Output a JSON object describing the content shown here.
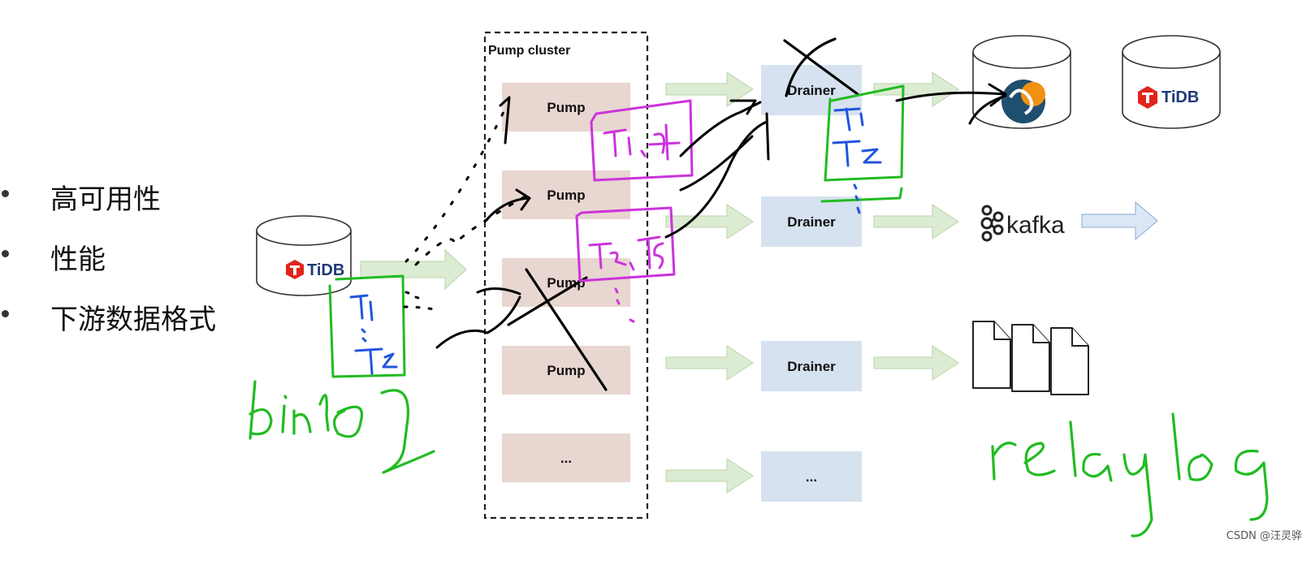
{
  "bullets": [
    "高可用性",
    "性能",
    "下游数据格式"
  ],
  "cluster_title": "Pump cluster",
  "pumps": [
    "Pump",
    "Pump",
    "Pump",
    "Pump",
    "..."
  ],
  "drainers": [
    "Drainer",
    "Drainer",
    "Drainer",
    "..."
  ],
  "tidb_label": "TiDB",
  "kafka_label": "kafka",
  "watermark": "CSDN @汪灵骅",
  "colors": {
    "pump_fill": "#e8d6d0",
    "drainer_fill": "#d6e2ef",
    "arrow_green": "#dcecd3",
    "arrow_blue": "#dbe7f6",
    "ink_green": "#22bb22",
    "ink_magenta": "#cc33dd",
    "ink_blue": "#2255dd",
    "ink_black": "#000000"
  }
}
